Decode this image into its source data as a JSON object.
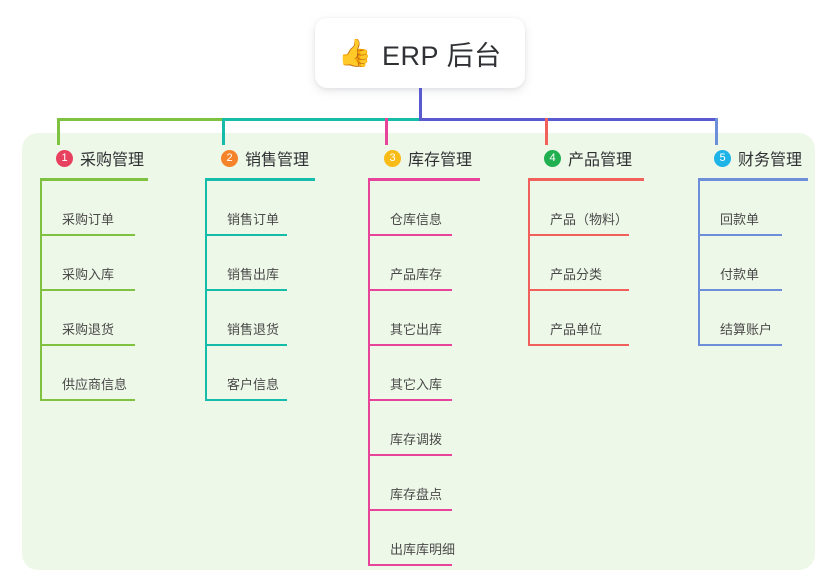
{
  "diagram": {
    "type": "mind-map",
    "root": {
      "emoji": "👍",
      "icon_name": "thumbs-up-icon",
      "title": "ERP 后台"
    },
    "panel_color": "#eef8e8",
    "bus": {
      "left_segment_color": "#7fc241",
      "mid_segment_color": "#16bcaa",
      "right_segment_color": "#5a5ad0"
    },
    "columns": [
      {
        "number": "1",
        "title": "采购管理",
        "badge_color": "#e8415f",
        "line_color": "#7fc241",
        "items": [
          "采购订单",
          "采购入库",
          "采购退货",
          "供应商信息"
        ]
      },
      {
        "number": "2",
        "title": "销售管理",
        "badge_color": "#f5832a",
        "line_color": "#16bcaa",
        "items": [
          "销售订单",
          "销售出库",
          "销售退货",
          "客户信息"
        ]
      },
      {
        "number": "3",
        "title": "库存管理",
        "badge_color": "#f9bb16",
        "line_color": "#e8439b",
        "items": [
          "仓库信息",
          "产品库存",
          "其它出库",
          "其它入库",
          "库存调拨",
          "库存盘点",
          "出库库明细"
        ]
      },
      {
        "number": "4",
        "title": "产品管理",
        "badge_color": "#20b050",
        "line_color": "#f2605c",
        "items": [
          "产品（物料）",
          "产品分类",
          "产品单位"
        ]
      },
      {
        "number": "5",
        "title": "财务管理",
        "badge_color": "#1eb4e8",
        "line_color": "#6d8ed8",
        "items": [
          "回款单",
          "付款单",
          "结算账户"
        ]
      }
    ]
  }
}
